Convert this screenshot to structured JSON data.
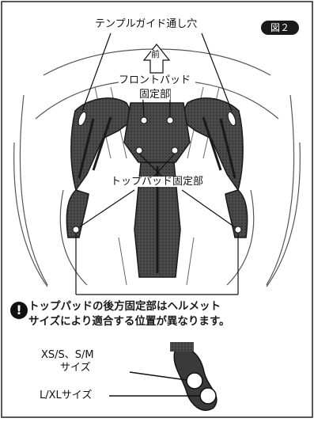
{
  "figure_label": "図２",
  "labels": {
    "temple_guide": "テンプルガイド通し穴",
    "front_arrow": "前",
    "front_pad_line1": "フロントパッド",
    "front_pad_line2": "固定部",
    "top_pad": "トップパッド固定部"
  },
  "note": {
    "line1": "トップパッドの後方固定部はヘルメット",
    "line2": "サイズにより適合する位置が異なります。"
  },
  "sizes": {
    "small": [
      "XS/S、S/M",
      "サイズ"
    ],
    "large": "L/XLサイズ"
  }
}
